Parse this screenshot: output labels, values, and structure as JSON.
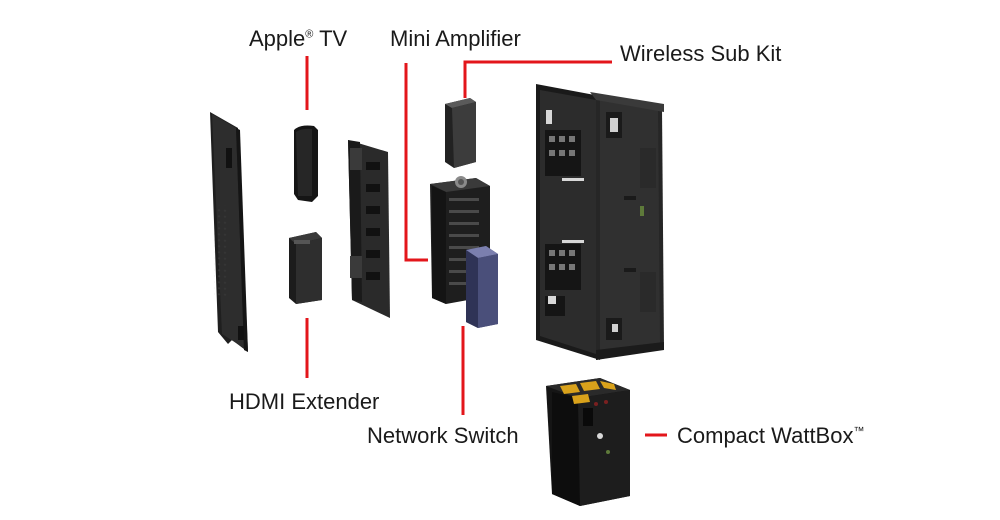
{
  "labels": {
    "apple_tv": "Apple",
    "apple_tv_mark": "®",
    "apple_tv_suffix": " TV",
    "mini_amplifier": "Mini Amplifier",
    "wireless_sub_kit": "Wireless Sub Kit",
    "hdmi_extender": "HDMI Extender",
    "network_switch": "Network Switch",
    "compact_wattbox": "Compact WattBox",
    "compact_wattbox_mark": "™"
  },
  "colors": {
    "leader_line": "#e3161b",
    "component_dark": "#2b2b2b",
    "switch_blue": "#4a4f7a",
    "terminal_yellow": "#d9a21b"
  }
}
